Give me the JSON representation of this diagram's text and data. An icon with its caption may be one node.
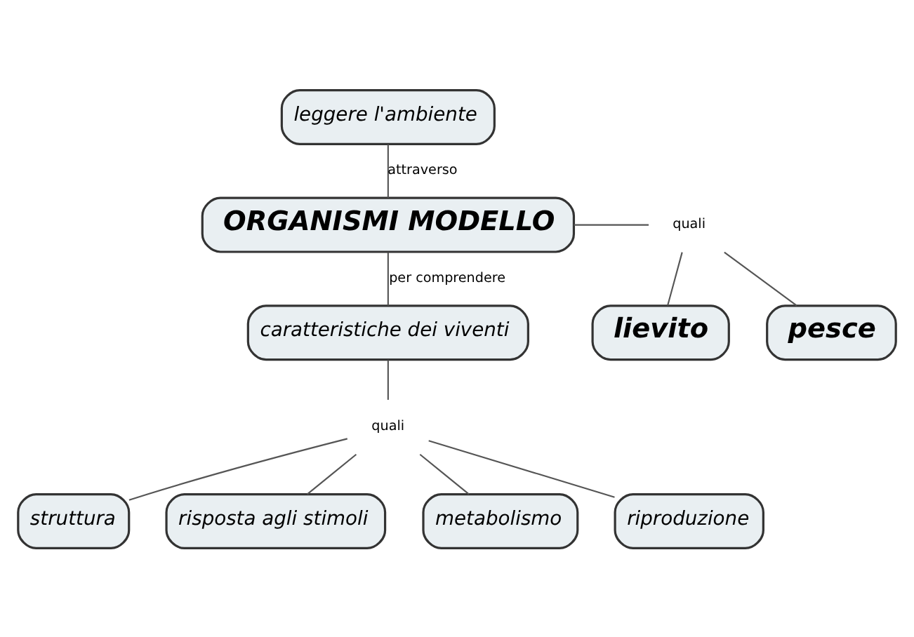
{
  "diagram": {
    "nodes": [
      {
        "text": [
          "leggere l'ambiente"
        ]
      },
      {
        "text": [
          "ORGANISMI MODELLO"
        ]
      },
      {
        "text": [
          "quali"
        ]
      },
      {
        "text": [
          "lievito"
        ]
      },
      {
        "text": [
          "pesce"
        ]
      },
      {
        "text": [
          "caratteristiche dei viventi"
        ]
      },
      {
        "text": [
          "quali"
        ]
      },
      {
        "text": [
          "struttura"
        ]
      },
      {
        "text": [
          "risposta agli stimoli"
        ]
      },
      {
        "text": [
          "metabolismo"
        ]
      },
      {
        "text": [
          "riproduzione"
        ]
      }
    ],
    "edges": [
      {
        "from": 0,
        "to": 1,
        "arrow": "none",
        "label": "attraverso"
      },
      {
        "from": 1,
        "to": 2,
        "arrow": "none"
      },
      {
        "from": 2,
        "to": 3,
        "arrow": "none"
      },
      {
        "from": 2,
        "to": 4,
        "arrow": "none"
      },
      {
        "from": 1,
        "to": 5,
        "arrow": "none",
        "label": "per comprendere"
      },
      {
        "from": 5,
        "to": 6,
        "arrow": "none"
      },
      {
        "from": 6,
        "to": 7,
        "arrow": "none"
      },
      {
        "from": 6,
        "to": 8,
        "arrow": "none"
      },
      {
        "from": 6,
        "to": 9,
        "arrow": "none"
      },
      {
        "from": 6,
        "to": 10,
        "arrow": "none"
      }
    ]
  }
}
